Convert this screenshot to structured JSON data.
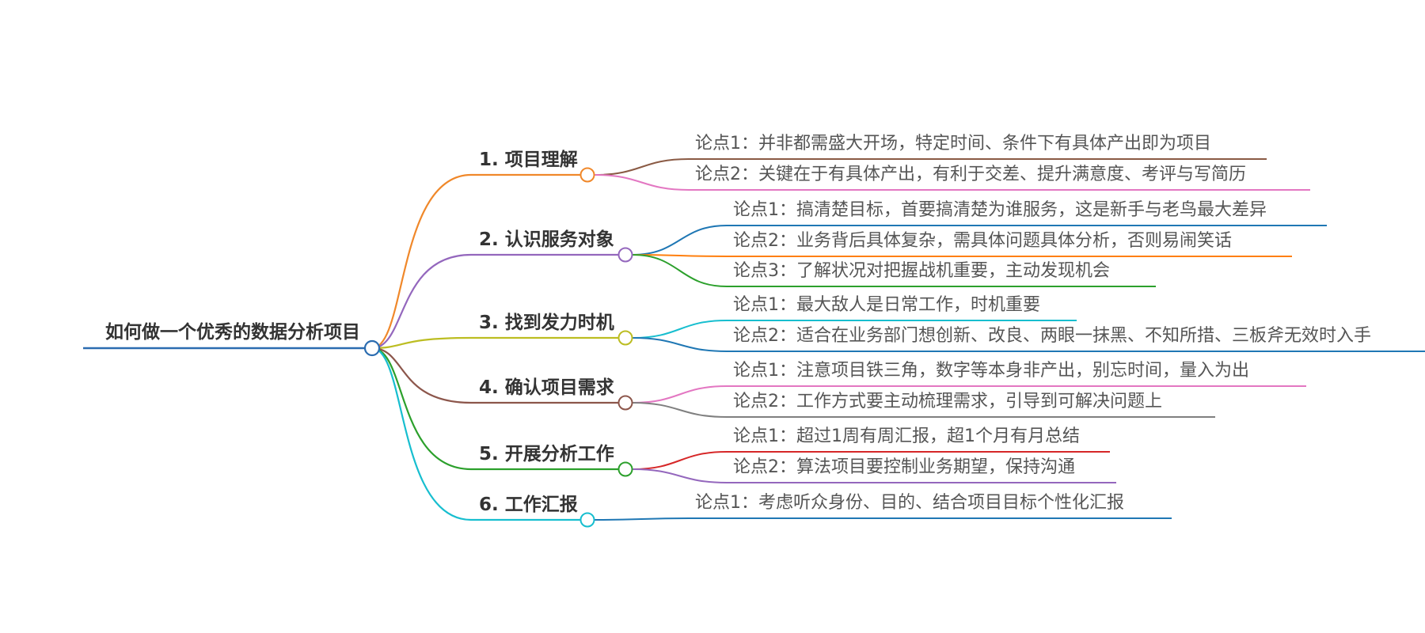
{
  "root": {
    "label": "如何做一个优秀的数据分析项目",
    "color": "#2b6cb0"
  },
  "branches": [
    {
      "label": "1. 项目理解",
      "color": "#f0882a",
      "leaves": [
        {
          "label": "论点1：并非都需盛大开场，特定时间、条件下有具体产出即为项目",
          "color": "#8a5a44"
        },
        {
          "label": "论点2：关键在于有具体产出，有利于交差、提升满意度、考评与写简历",
          "color": "#e377c2"
        }
      ]
    },
    {
      "label": "2. 认识服务对象",
      "color": "#9467bd",
      "leaves": [
        {
          "label": "论点1：搞清楚目标，首要搞清楚为谁服务，这是新手与老鸟最大差异",
          "color": "#1f77b4"
        },
        {
          "label": "论点2：业务背后具体复杂，需具体问题具体分析，否则易闹笑话",
          "color": "#ff7f0e"
        },
        {
          "label": "论点3：了解状况对把握战机重要，主动发现机会",
          "color": "#2ca02c"
        }
      ]
    },
    {
      "label": "3. 找到发力时机",
      "color": "#bcbd22",
      "leaves": [
        {
          "label": "论点1：最大敌人是日常工作，时机重要",
          "color": "#17becf"
        },
        {
          "label": "论点2：适合在业务部门想创新、改良、两眼一抹黑、不知所措、三板斧无效时入手",
          "color": "#1f77b4"
        }
      ]
    },
    {
      "label": "4. 确认项目需求",
      "color": "#8c564b",
      "leaves": [
        {
          "label": "论点1：注意项目铁三角，数字等本身非产出，别忘时间，量入为出",
          "color": "#e377c2"
        },
        {
          "label": "论点2：工作方式要主动梳理需求，引导到可解决问题上",
          "color": "#7f7f7f"
        }
      ]
    },
    {
      "label": "5. 开展分析工作",
      "color": "#2ca02c",
      "leaves": [
        {
          "label": "论点1：超过1周有周汇报，超1个月有月总结",
          "color": "#d62728"
        },
        {
          "label": "论点2：算法项目要控制业务期望，保持沟通",
          "color": "#9467bd"
        }
      ]
    },
    {
      "label": "6. 工作汇报",
      "color": "#17becf",
      "leaves": [
        {
          "label": "论点1：考虑听众身份、目的、结合项目目标个性化汇报",
          "color": "#1f77b4"
        }
      ]
    }
  ]
}
